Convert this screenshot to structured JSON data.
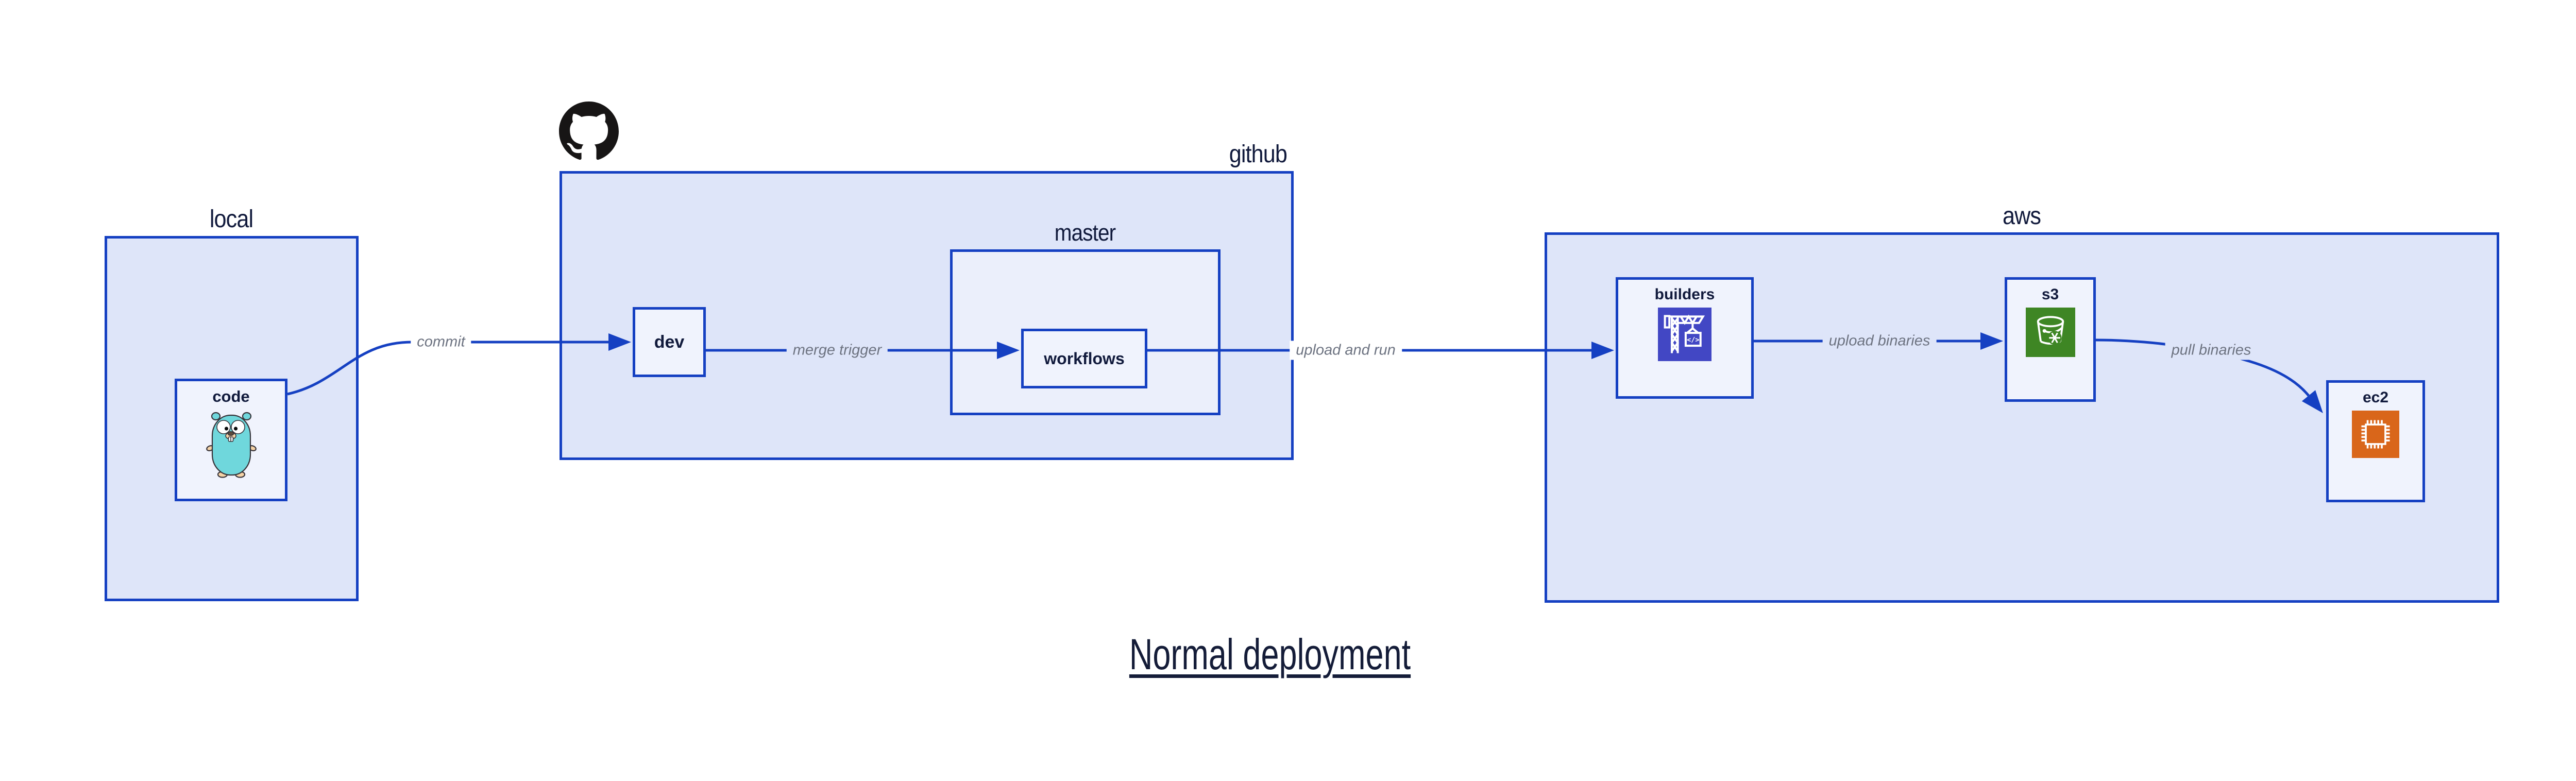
{
  "diagram": {
    "title": "Normal deployment",
    "groups": {
      "local": {
        "label": "local"
      },
      "github": {
        "label": "github"
      },
      "master": {
        "label": "master"
      },
      "aws": {
        "label": "aws"
      }
    },
    "nodes": {
      "code": {
        "label": "code",
        "icon": "go-gopher-icon"
      },
      "dev": {
        "label": "dev"
      },
      "workflows": {
        "label": "workflows"
      },
      "builders": {
        "label": "builders",
        "icon": "codebuild-crane-icon",
        "icon_bg": "#4247c4"
      },
      "s3": {
        "label": "s3",
        "icon": "s3-bucket-icon",
        "icon_bg": "#3e8624"
      },
      "ec2": {
        "label": "ec2",
        "icon": "ec2-chip-icon",
        "icon_bg": "#d9661a"
      }
    },
    "edges": [
      {
        "from": "code",
        "to": "dev",
        "label": "commit"
      },
      {
        "from": "dev",
        "to": "workflows",
        "label": "merge trigger"
      },
      {
        "from": "workflows",
        "to": "builders",
        "label": "upload and run"
      },
      {
        "from": "builders",
        "to": "s3",
        "label": "upload binaries"
      },
      {
        "from": "s3",
        "to": "ec2",
        "label": "pull binaries"
      }
    ],
    "logo": "github-octocat-icon",
    "colors": {
      "group_fill": "#dee5f9",
      "subgroup_fill": "#ebeffb",
      "node_fill": "#f0f3fd",
      "stroke_blue": "#1540c2",
      "text_navy": "#111a3c",
      "edge_label_gray": "#6d7381",
      "octocat_black": "#171515",
      "codebuild_indigo": "#4247c4",
      "s3_green": "#3e8624",
      "ec2_orange": "#d9661a",
      "gopher_teal": "#6fd7dc"
    }
  }
}
